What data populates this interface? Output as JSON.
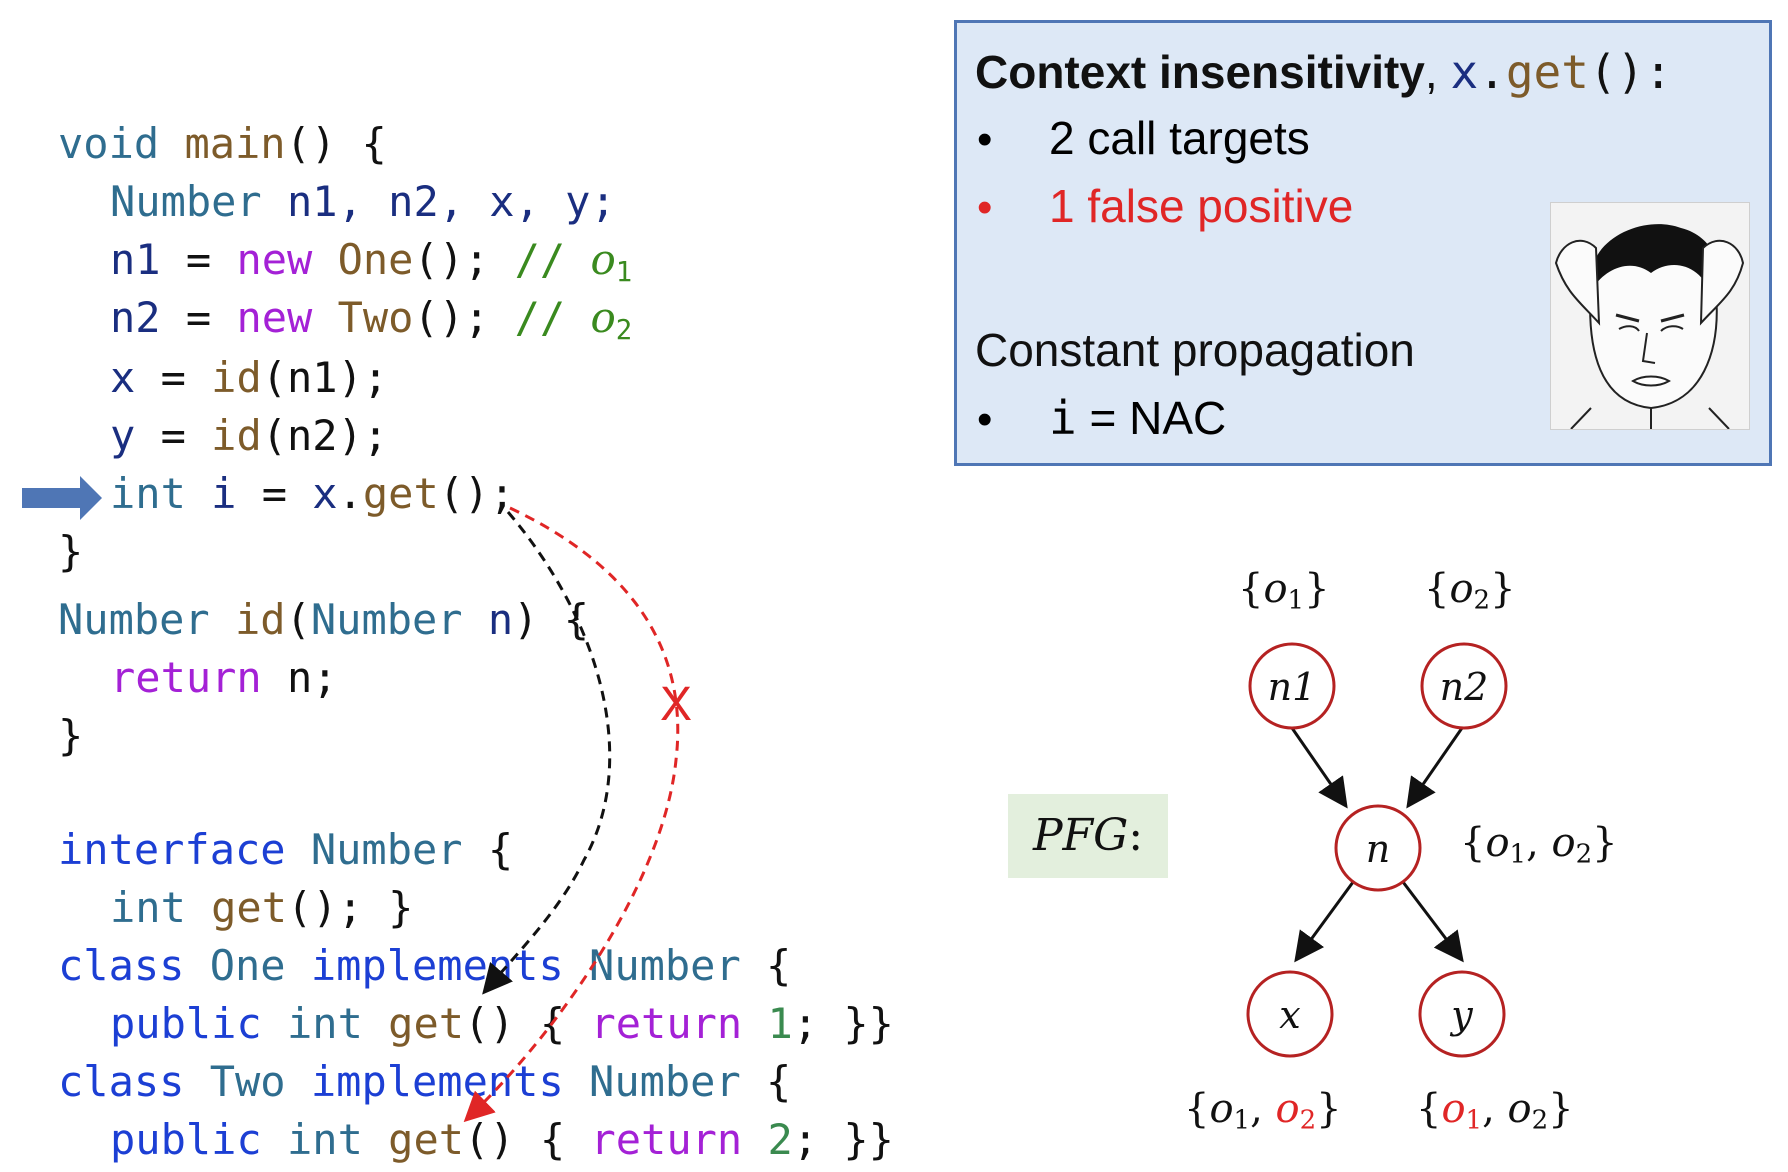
{
  "code": {
    "main_sig": {
      "kw": "void",
      "name": "main",
      "rest": "() {"
    },
    "decl": {
      "type": "Number",
      "vars": "n1, n2, x, y;"
    },
    "n1_line": {
      "var": "n1",
      "eq": " = ",
      "kw": "new",
      "cls": "One",
      "rest": "(); ",
      "comment": "// ",
      "obj": "o",
      "sub": "1"
    },
    "n2_line": {
      "var": "n2",
      "eq": " = ",
      "kw": "new",
      "cls": "Two",
      "rest": "(); ",
      "comment": "// ",
      "obj": "o",
      "sub": "2"
    },
    "x_line": {
      "var": "x",
      "eq": " = ",
      "fn": "id",
      "rest": "(n1);"
    },
    "y_line": {
      "var": "y",
      "eq": " = ",
      "fn": "id",
      "rest": "(n2);"
    },
    "i_line": {
      "type": "int",
      "var": " i",
      "eq": " = ",
      "obj": "x",
      "dot": ".",
      "fn": "get",
      "rest": "();"
    },
    "close1": "}",
    "id_sig": {
      "type": "Number",
      "fn": " id",
      "paren": "(",
      "ptype": "Number",
      "pvar": " n",
      "rest": ") {"
    },
    "return_line": {
      "kw": "return",
      "rest": " n;"
    },
    "close2": "}",
    "iface": {
      "kw": "interface",
      "name": " Number",
      "rest": " {"
    },
    "iface_method": {
      "type": "int",
      "fn": " get",
      "rest": "(); }"
    },
    "class_one": {
      "kw": "class",
      "name": " One",
      "impl": " implements",
      "iface": " Number",
      "rest": " {"
    },
    "one_method": {
      "kw": "public",
      "type": " int",
      "fn": " get",
      "rest1": "() { ",
      "ret": "return",
      "num": " 1",
      "rest2": "; }}"
    },
    "class_two": {
      "kw": "class",
      "name": " Two",
      "impl": " implements",
      "iface": " Number",
      "rest": " {"
    },
    "two_method": {
      "kw": "public",
      "type": " int",
      "fn": " get",
      "rest1": "() { ",
      "ret": "return",
      "num": " 2",
      "rest2": "; }}"
    }
  },
  "false_call_mark": "X",
  "infobox": {
    "title_bold": "Context insensitivity",
    "title_comma": ", ",
    "title_obj": "x",
    "title_dot": ".",
    "title_fn": "get",
    "title_rest": "():",
    "bullet1": "2 call targets",
    "bullet2": "1 false positive",
    "heading2": "Constant propagation",
    "bullet3_mono": "i",
    "bullet3_rest": " = NAC",
    "bullet_char": "•"
  },
  "pfg": {
    "label": "PFG",
    "label_colon": ":",
    "nodes": {
      "n1": "n1",
      "n2": "n2",
      "n": "n",
      "x": "x",
      "y": "y"
    },
    "sets": {
      "n1": {
        "open": "{",
        "o": "o",
        "s": "1",
        "close": "}"
      },
      "n2": {
        "open": "{",
        "o": "o",
        "s": "2",
        "close": "}"
      },
      "n": {
        "open": "{",
        "o1": "o",
        "s1": "1",
        "sep": ", ",
        "o2": "o",
        "s2": "2",
        "close": "}"
      },
      "x": {
        "open": "{",
        "o1": "o",
        "s1": "1",
        "sep": ", ",
        "o2": "o",
        "s2": "2",
        "close": "}"
      },
      "y": {
        "open": "{",
        "o1": "o",
        "s1": "1",
        "sep": ", ",
        "o2": "o",
        "s2": "2",
        "close": "}"
      }
    }
  },
  "colors": {
    "node_stroke": "#b52222",
    "false_positive": "#e02626",
    "box_fill": "#dde8f6",
    "box_border": "#4f76b5",
    "pfg_fill": "#e3efdd",
    "arrow_blue": "#4f76b5"
  }
}
